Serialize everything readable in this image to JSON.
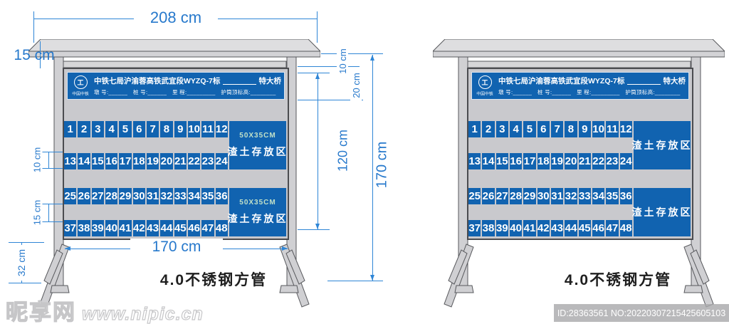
{
  "signboard": {
    "header": {
      "logo_glyph": "工",
      "logo_name": "中国中铁",
      "title": "中铁七局沪渝蓉高铁武宜段WYZQ-7标",
      "title_suffix": "特大桥",
      "info_line": "墩 号:______　桩 号:______　里 程:_________　护筒顶标高:________"
    },
    "storage_size": "50X35CM",
    "storage_label": "渣土存放区",
    "rows": [
      [
        1,
        2,
        3,
        4,
        5,
        6,
        7,
        8,
        9,
        10,
        11,
        12
      ],
      [
        13,
        14,
        15,
        16,
        17,
        18,
        19,
        20,
        21,
        22,
        23,
        24
      ],
      [
        25,
        26,
        27,
        28,
        29,
        30,
        31,
        32,
        33,
        34,
        35,
        36
      ],
      [
        37,
        38,
        39,
        40,
        41,
        42,
        43,
        44,
        45,
        46,
        47,
        48
      ]
    ],
    "caption": "4.0不锈钢方管"
  },
  "dimensions": {
    "top_width": "208 cm",
    "roof_overhang": "15 cm",
    "roof_gap": "10 cm",
    "header_height": "20 cm",
    "board_height": "120 cm",
    "total_height": "170 cm",
    "row_gap_upper": "10 cm",
    "row_gap_lower": "15 cm",
    "leg_height": "32 cm",
    "inner_width": "170 cm"
  },
  "watermark": {
    "site_name": "昵享网",
    "site_url": "www.nipic.cn",
    "stock_id": "ID:28363561 NO:20220307215425605103"
  }
}
